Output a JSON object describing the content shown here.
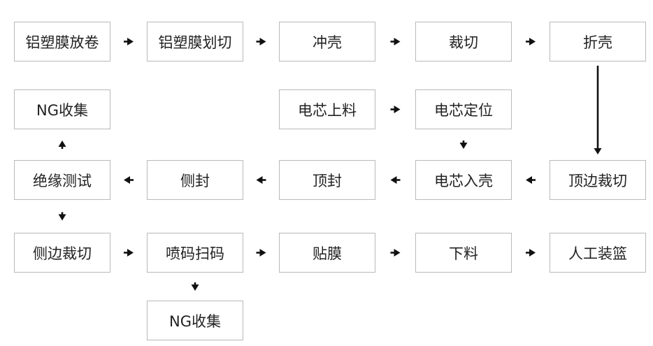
{
  "diagram": {
    "nodes": [
      {
        "id": "n1",
        "label": "铝塑膜放卷"
      },
      {
        "id": "n2",
        "label": "铝塑膜划切"
      },
      {
        "id": "n3",
        "label": "冲壳"
      },
      {
        "id": "n4",
        "label": "裁切"
      },
      {
        "id": "n5",
        "label": "折壳"
      },
      {
        "id": "n6",
        "label": "NG收集"
      },
      {
        "id": "n7",
        "label": "电芯上料"
      },
      {
        "id": "n8",
        "label": "电芯定位"
      },
      {
        "id": "n9",
        "label": "绝缘测试"
      },
      {
        "id": "n10",
        "label": "侧封"
      },
      {
        "id": "n11",
        "label": "顶封"
      },
      {
        "id": "n12",
        "label": "电芯入壳"
      },
      {
        "id": "n13",
        "label": "顶边裁切"
      },
      {
        "id": "n14",
        "label": "侧边裁切"
      },
      {
        "id": "n15",
        "label": "喷码扫码"
      },
      {
        "id": "n16",
        "label": "贴膜"
      },
      {
        "id": "n17",
        "label": "下料"
      },
      {
        "id": "n18",
        "label": "人工装篮"
      },
      {
        "id": "n19",
        "label": "NG收集"
      }
    ],
    "edges": [
      {
        "from": "n1",
        "to": "n2"
      },
      {
        "from": "n2",
        "to": "n3"
      },
      {
        "from": "n3",
        "to": "n4"
      },
      {
        "from": "n4",
        "to": "n5"
      },
      {
        "from": "n5",
        "to": "n13"
      },
      {
        "from": "n7",
        "to": "n8"
      },
      {
        "from": "n8",
        "to": "n12"
      },
      {
        "from": "n13",
        "to": "n12"
      },
      {
        "from": "n12",
        "to": "n11"
      },
      {
        "from": "n11",
        "to": "n10"
      },
      {
        "from": "n10",
        "to": "n9"
      },
      {
        "from": "n9",
        "to": "n6"
      },
      {
        "from": "n9",
        "to": "n14"
      },
      {
        "from": "n14",
        "to": "n15"
      },
      {
        "from": "n15",
        "to": "n16"
      },
      {
        "from": "n16",
        "to": "n17"
      },
      {
        "from": "n17",
        "to": "n18"
      },
      {
        "from": "n15",
        "to": "n19"
      }
    ],
    "colors": {
      "border": "#b9b9b9",
      "text": "#222222",
      "arrow": "#111111"
    }
  }
}
